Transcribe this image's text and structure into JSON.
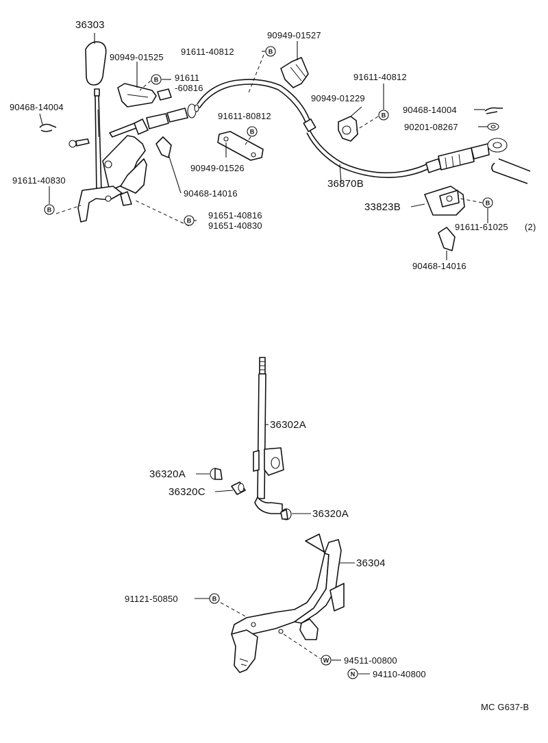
{
  "diagram": {
    "part_labels": {
      "p36303": "36303",
      "p90949_01525": "90949-01525",
      "p91611_40812_top": "91611-40812",
      "p90949_01527": "90949-01527",
      "p91611_60816_a": "91611",
      "p91611_60816_b": "-60816",
      "p90468_14004_left": "90468-14004",
      "p91611_80812": "91611-80812",
      "p91611_40812_right": "91611-40812",
      "p90949_01229": "90949-01229",
      "p90468_14004_right": "90468-14004",
      "p90201_08267": "90201-08267",
      "p90949_01526": "90949-01526",
      "p91611_40830": "91611-40830",
      "p90468_14016_left": "90468-14016",
      "p36870B": "36870B",
      "p33823B": "33823B",
      "p91651_40816": "91651-40816",
      "p91651_40830": "91651-40830",
      "p91611_61025": "91611-61025",
      "p91611_61025_qty": "(2)",
      "p90468_14016_right": "90468-14016",
      "p36302A": "36302A",
      "p36320A_left": "36320A",
      "p36320C": "36320C",
      "p36320A_right": "36320A",
      "p36304": "36304",
      "p91121_50850": "91121-50850",
      "p94511_00800": "94511-00800",
      "p94110_40800": "94110-40800"
    },
    "markers": {
      "bolt": "B",
      "washer": "W",
      "nut": "N"
    },
    "figure_code": "MC G637-B"
  }
}
